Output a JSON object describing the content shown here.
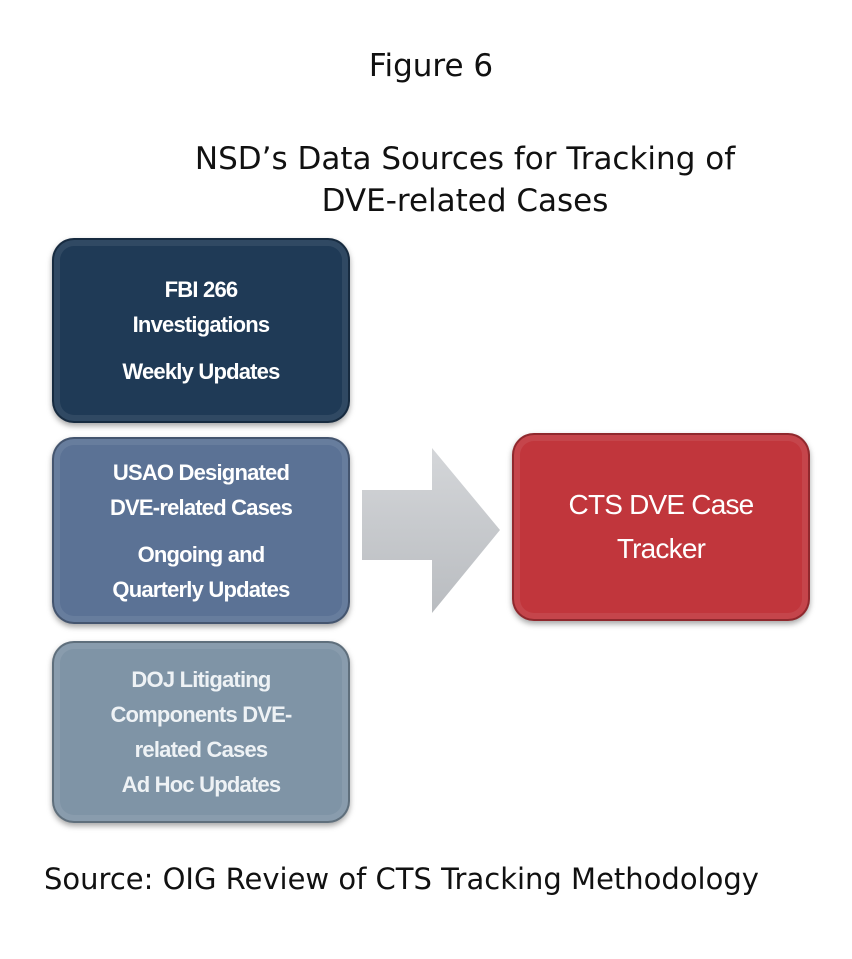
{
  "figure_label": "Figure 6",
  "title": [
    "NSD’s Data Sources for Tracking of",
    "DVE-related Cases"
  ],
  "sources": [
    {
      "lines": [
        "FBI 266",
        "Investigations"
      ],
      "update": [
        "Weekly Updates"
      ],
      "color": "#1f3a56"
    },
    {
      "lines": [
        "USAO Designated",
        "DVE-related Cases"
      ],
      "update": [
        "Ongoing and",
        "Quarterly Updates"
      ],
      "color": "#5b7295"
    },
    {
      "lines": [
        "DOJ Litigating",
        "Components DVE-",
        "related Cases"
      ],
      "update": [
        "Ad Hoc Updates"
      ],
      "color": "#7f94a6"
    }
  ],
  "target": {
    "lines": [
      "CTS DVE Case",
      "Tracker"
    ],
    "color": "#c1363c"
  },
  "source_note": "Source:  OIG Review of CTS Tracking Methodology"
}
